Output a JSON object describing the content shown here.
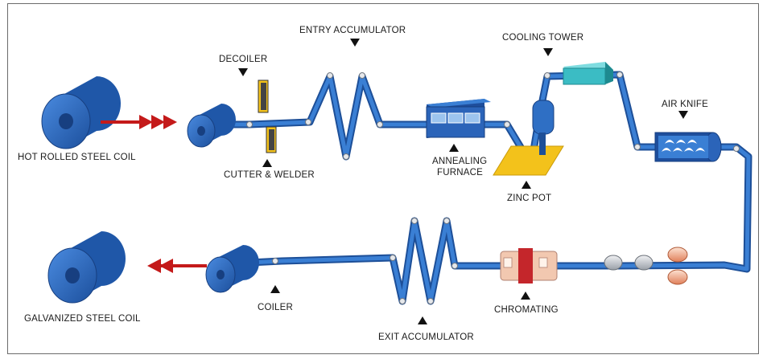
{
  "diagram": {
    "labels": {
      "hot_rolled_steel_coil": "HOT ROLLED STEEL COIL",
      "decoiler": "DECOILER",
      "cutter_welder": "CUTTER & WELDER",
      "entry_accumulator": "ENTRY ACCUMULATOR",
      "annealing_furnace_line1": "ANNEALING",
      "annealing_furnace_line2": "FURNACE",
      "cooling_tower": "COOLING TOWER",
      "zinc_pot": "ZINC POT",
      "air_knife": "AIR KNIFE",
      "chromating": "CHROMATING",
      "exit_accumulator": "EXIT ACCUMULATOR",
      "coiler": "COILER",
      "galvanized_steel_coil": "GALVANIZED STEEL COIL"
    },
    "colors": {
      "strip": "#2f6fc4",
      "strip_dark": "#1d4f98",
      "coil": "#2a63b8",
      "arrow": "#c41a1a",
      "zinc_pot": "#f3c21b",
      "cooling_tower": "#3bbcc4",
      "chromating": "#f2c8b0",
      "chromating_band": "#c4262b",
      "roller": "#c9ccd1",
      "pinch_roller": "#f0a07a"
    }
  }
}
